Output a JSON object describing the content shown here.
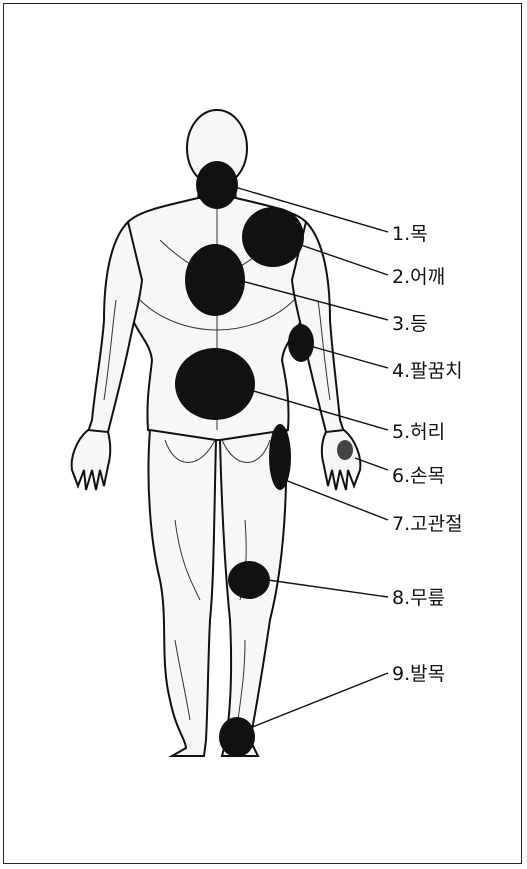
{
  "labels": [
    {
      "id": "neck",
      "text": "1.목"
    },
    {
      "id": "shoulder",
      "text": "2.어깨"
    },
    {
      "id": "back",
      "text": "3.등"
    },
    {
      "id": "elbow",
      "text": "4.팔꿈치"
    },
    {
      "id": "waist",
      "text": "5.허리"
    },
    {
      "id": "wrist",
      "text": "6.손목"
    },
    {
      "id": "hip",
      "text": "7.고관절"
    },
    {
      "id": "knee",
      "text": "8.무릎"
    },
    {
      "id": "ankle",
      "text": "9.발목"
    }
  ],
  "colors": {
    "spot": "#111111",
    "line": "#111111",
    "body_fill": "#f7f7f7"
  }
}
